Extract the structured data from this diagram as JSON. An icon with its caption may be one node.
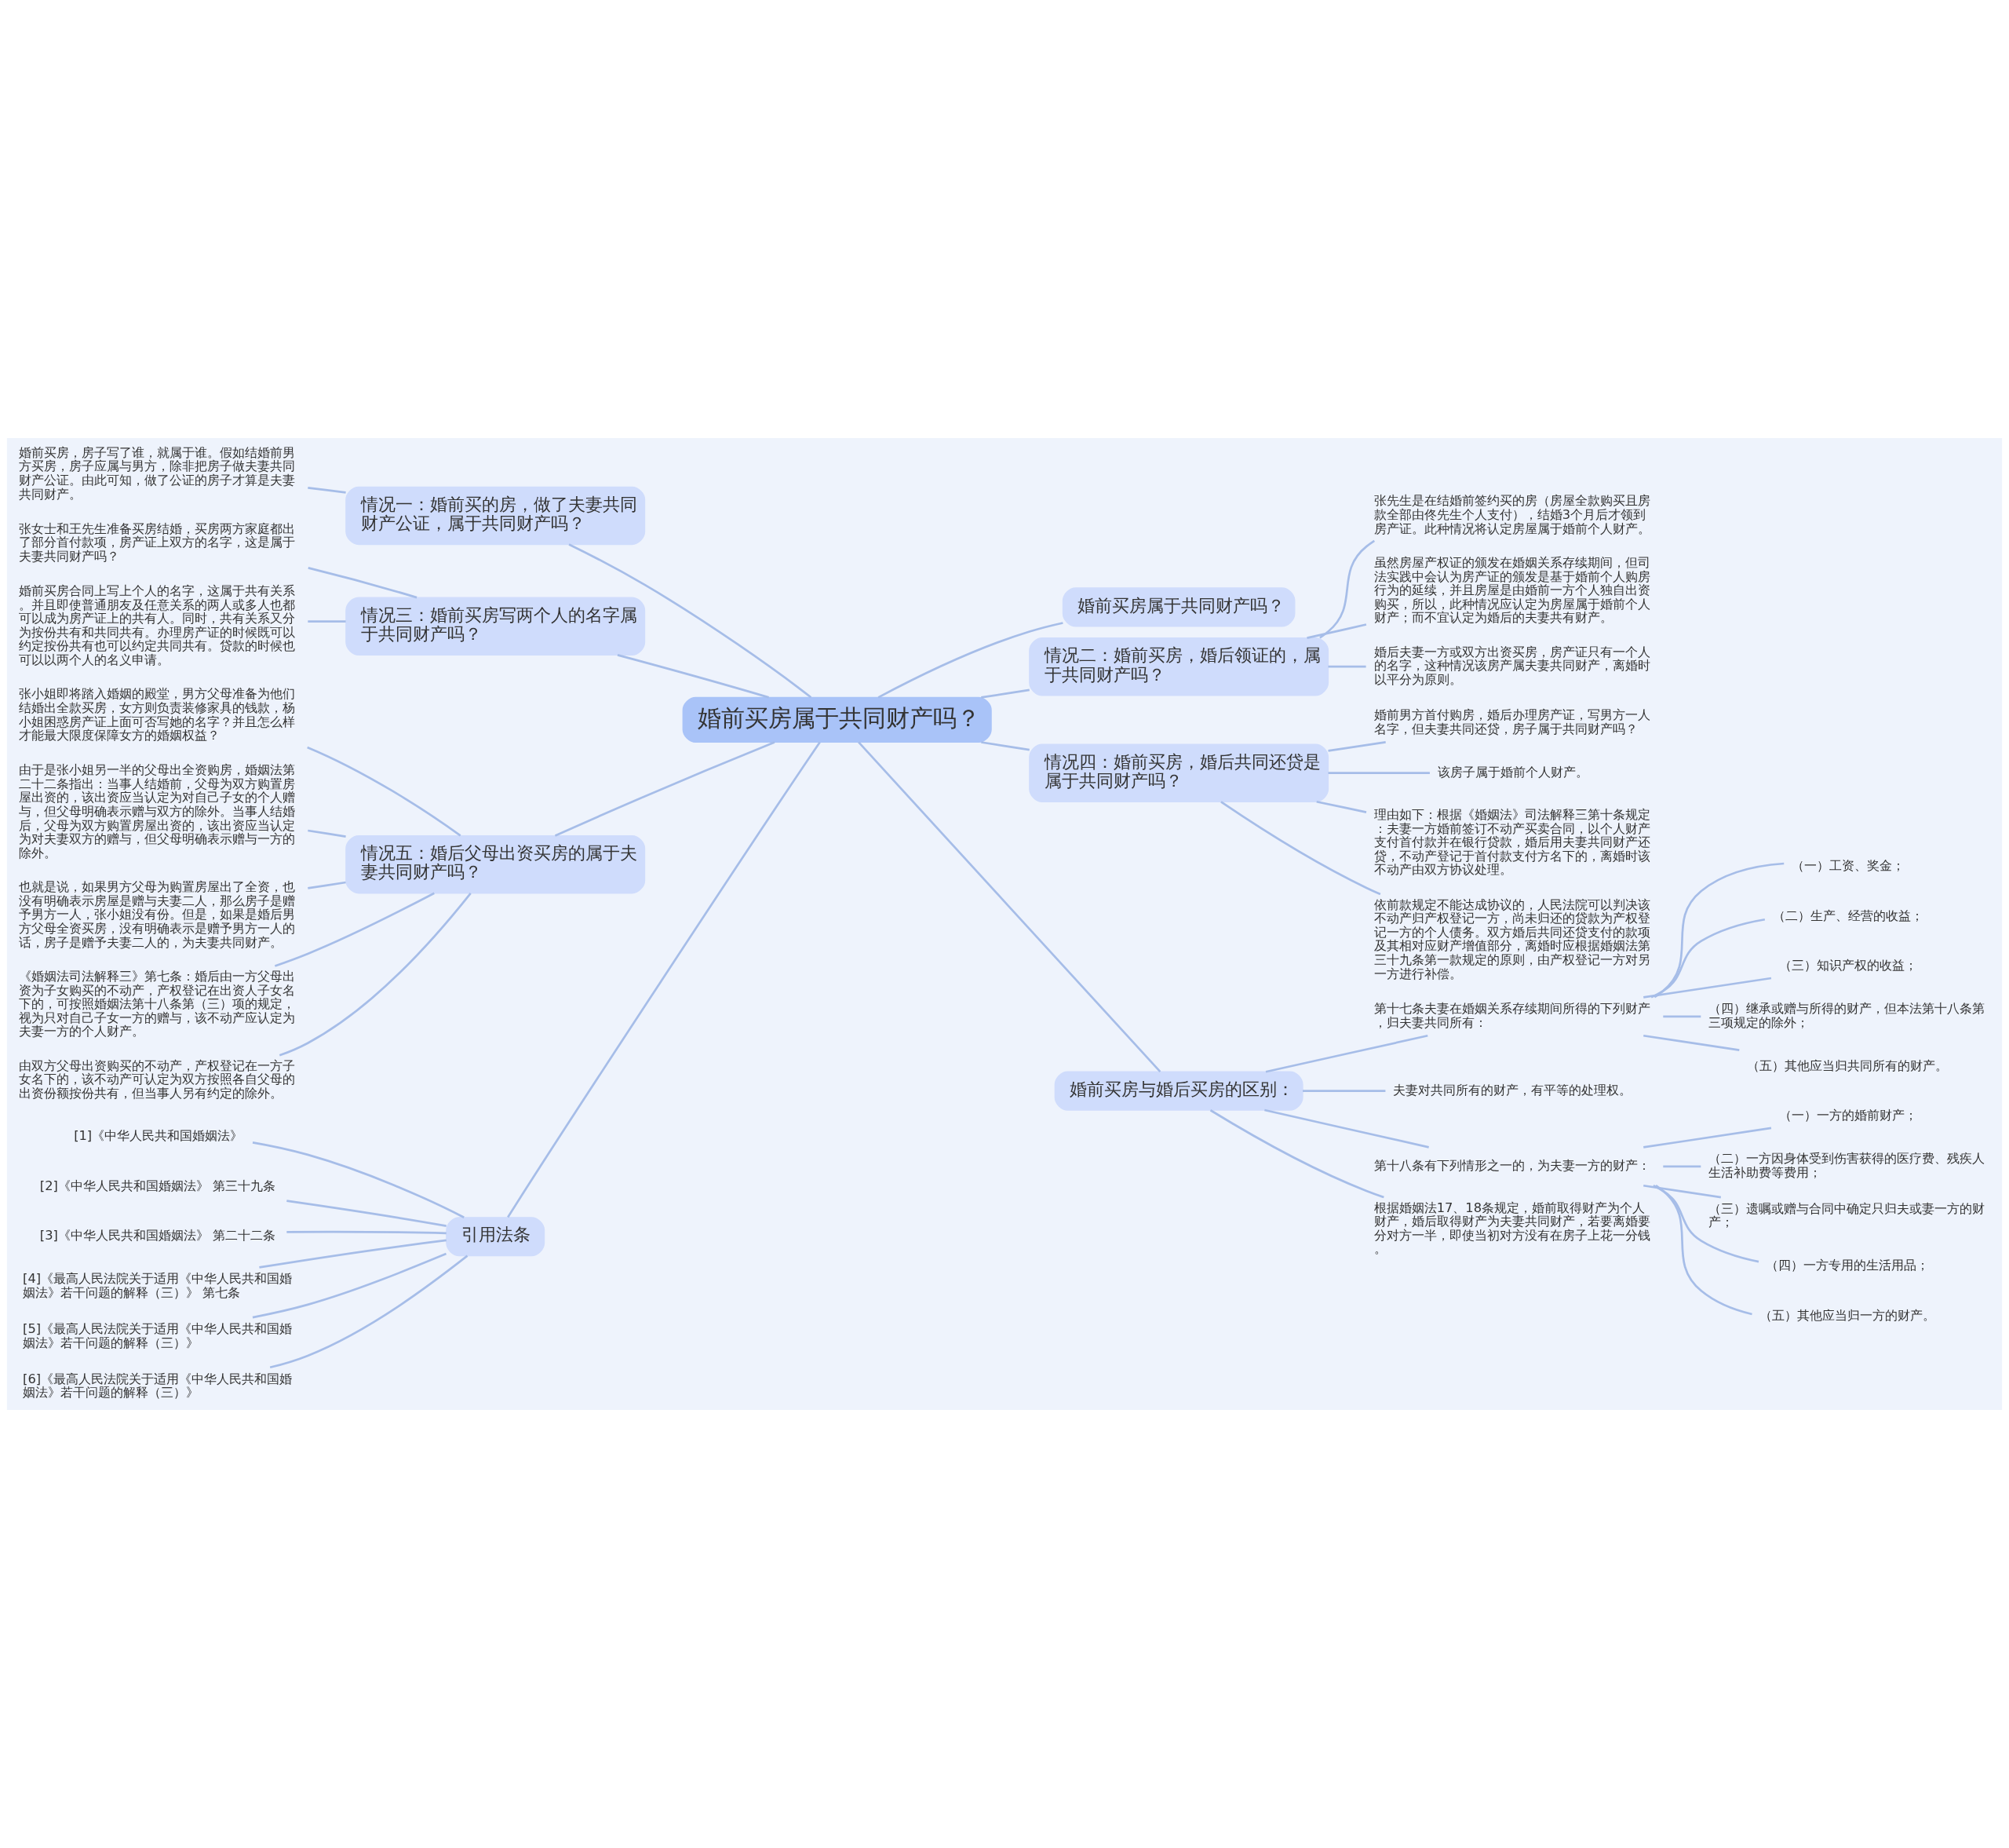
{
  "diagram": {
    "nodes": [
      {
        "text": [
          "婚前买房属于共同财产吗？"
        ]
      },
      {
        "text": [
          "情况一：婚前买的房，做了夫妻共同财产公证，属于共同财产吗？"
        ]
      },
      {
        "text": [
          "婚前买房，房子写了谁，就属于谁。假如结婚前男方买房，房子应属与男方，除非把房子做夫妻共同财产公证。由此可知，做了公证的房子才算是夫妻共同财产。"
        ]
      },
      {
        "text": [
          "情况三：婚前买房写两个人的名字属于共同财产吗？"
        ]
      },
      {
        "text": [
          "张女士和王先生准备买房结婚，买房两方家庭都出了部分首付款项，房产证上双方的名字，这是属于夫妻共同财产吗？"
        ]
      },
      {
        "text": [
          "婚前买房合同上写上个人的名字，这属于共有关系。并且即使普通朋友及任意关系的两人或多人也都可以成为房产证上的共有人。同时，共有关系又分为按份共有和共同共有。办理房产证的时候既可以约定按份共有也可以约定共同共有。贷款的时候也可以以两个人的名义申请。"
        ]
      },
      {
        "text": [
          "情况五：婚后父母出资买房的属于夫妻共同财产吗？"
        ]
      },
      {
        "text": [
          "张小姐即将踏入婚姻的殿堂，男方父母准备为他们结婚出全款买房，女方则负责装修家具的钱款，杨小姐困惑房产证上面可否写她的名字？并且怎么样才能最大限度保障女方的婚姻权益？"
        ]
      },
      {
        "text": [
          "由于是张小姐另一半的父母出全资购房，婚姻法第二十二条指出：当事人结婚前，父母为双方购置房屋出资的，该出资应当认定为对自己子女的个人赠与，但父母明确表示赠与双方的除外。当事人结婚后，父母为双方购置房屋出资的，该出资应当认定为对夫妻双方的赠与，但父母明确表示赠与一方的除外。"
        ]
      },
      {
        "text": [
          "也就是说，如果男方父母为购置房屋出了全资，也没有明确表示房屋是赠与夫妻二人，那么房子是赠予男方一人，张小姐没有份。但是，如果是婚后男方父母全资买房，没有明确表示是赠予男方一人的话，房子是赠予夫妻二人的，为夫妻共同财产。"
        ]
      },
      {
        "text": [
          "《婚姻法司法解释三》第七条：婚后由一方父母出资为子女购买的不动产，产权登记在出资人子女名下的，可按照婚姻法第十八条第（三）项的规定，视为只对自己子女一方的赠与，该不动产应认定为夫妻一方的个人财产。"
        ]
      },
      {
        "text": [
          "由双方父母出资购买的不动产，产权登记在一方子女名下的，该不动产可认定为双方按照各自父母的出资份额按份共有，但当事人另有约定的除外。"
        ]
      },
      {
        "text": [
          "引用法条"
        ]
      },
      {
        "text": [
          "[1]《中华人民共和国婚姻法》"
        ]
      },
      {
        "text": [
          "[2]《中华人民共和国婚姻法》 第三十九条"
        ]
      },
      {
        "text": [
          "[3]《中华人民共和国婚姻法》 第二十二条"
        ]
      },
      {
        "text": [
          "[4]《最高人民法院关于适用《中华人民共和国婚姻法》若干问题的解释（三）》 第七条"
        ]
      },
      {
        "text": [
          "[5]《最高人民法院关于适用《中华人民共和国婚姻法》若干问题的解释（三）》"
        ]
      },
      {
        "text": [
          "[6]《最高人民法院关于适用《中华人民共和国婚姻法》若干问题的解释（三）》"
        ]
      },
      {
        "text": [
          "婚前买房属于共同财产吗？"
        ]
      },
      {
        "text": [
          "情况二：婚前买房，婚后领证的，属于共同财产吗？"
        ]
      },
      {
        "text": [
          "张先生是在结婚前签约买的房（房屋全款购买且房款全部由佟先生个人支付），结婚3个月后才领到房产证。此种情况将认定房屋属于婚前个人财产。"
        ]
      },
      {
        "text": [
          "虽然房屋产权证的颁发在婚姻关系存续期间，但司法实践中会认为房产证的颁发是基于婚前个人购房行为的延续，并且房屋是由婚前一方个人独自出资购买，所以，此种情况应认定为房屋属于婚前个人财产；而不宜认定为婚后的夫妻共有财产。"
        ]
      },
      {
        "text": [
          "婚后夫妻一方或双方出资买房，房产证只有一个人的名字，这种情况该房产属夫妻共同财产，离婚时以平分为原则。"
        ]
      },
      {
        "text": [
          "情况四：婚前买房，婚后共同还贷是属于共同财产吗？"
        ]
      },
      {
        "text": [
          "婚前男方首付购房，婚后办理房产证，写男方一人名字，但夫妻共同还贷，房子属于共同财产吗？"
        ]
      },
      {
        "text": [
          "该房子属于婚前个人财产。"
        ]
      },
      {
        "text": [
          "理由如下：根据《婚姻法》司法解释三第十条规定：夫妻一方婚前签订不动产买卖合同，以个人财产支付首付款并在银行贷款，婚后用夫妻共同财产还贷，不动产登记于首付款支付方名下的，离婚时该不动产由双方协议处理。"
        ]
      },
      {
        "text": [
          "依前款规定不能达成协议的，人民法院可以判决该不动产归产权登记一方，尚未归还的贷款为产权登记一方的个人债务。双方婚后共同还贷支付的款项及其相对应财产增值部分，离婚时应根据婚姻法第三十九条第一款规定的原则，由产权登记一方对另一方进行补偿。"
        ]
      },
      {
        "text": [
          "婚前买房与婚后买房的区别："
        ]
      },
      {
        "text": [
          "第十七条夫妻在婚姻关系存续期间所得的下列财产，归夫妻共同所有："
        ]
      },
      {
        "text": [
          "（一）工资、奖金；"
        ]
      },
      {
        "text": [
          "（二）生产、经营的收益；"
        ]
      },
      {
        "text": [
          "（三）知识产权的收益；"
        ]
      },
      {
        "text": [
          "（四）继承或赠与所得的财产，但本法第十八条第三项规定的除外；"
        ]
      },
      {
        "text": [
          "（五）其他应当归共同所有的财产。"
        ]
      },
      {
        "text": [
          "夫妻对共同所有的财产，有平等的处理权。"
        ]
      },
      {
        "text": [
          "第十八条有下列情形之一的，为夫妻一方的财产："
        ]
      },
      {
        "text": [
          "（一）一方的婚前财产；"
        ]
      },
      {
        "text": [
          "（二）一方因身体受到伤害获得的医疗费、残疾人生活补助费等费用；"
        ]
      },
      {
        "text": [
          "（三）遗嘱或赠与合同中确定只归夫或妻一方的财产；"
        ]
      },
      {
        "text": [
          "（四）一方专用的生活用品；"
        ]
      },
      {
        "text": [
          "（五）其他应当归一方的财产。"
        ]
      },
      {
        "text": [
          "根据婚姻法17、18条规定，婚前取得财产为个人财产，婚后取得财产为夫妻共同财产，若要离婚要分对方一半，即使当初对方没有在房子上花一分钱。"
        ]
      }
    ],
    "edges": [
      {
        "from": 0,
        "to": 1,
        "arrow": "none"
      },
      {
        "from": 1,
        "to": 2,
        "arrow": "none"
      },
      {
        "from": 0,
        "to": 3,
        "arrow": "none"
      },
      {
        "from": 3,
        "to": 4,
        "arrow": "none"
      },
      {
        "from": 3,
        "to": 5,
        "arrow": "none"
      },
      {
        "from": 0,
        "to": 6,
        "arrow": "none"
      },
      {
        "from": 6,
        "to": 7,
        "arrow": "none"
      },
      {
        "from": 6,
        "to": 8,
        "arrow": "none"
      },
      {
        "from": 6,
        "to": 9,
        "arrow": "none"
      },
      {
        "from": 6,
        "to": 10,
        "arrow": "none"
      },
      {
        "from": 6,
        "to": 11,
        "arrow": "none"
      },
      {
        "from": 0,
        "to": 12,
        "arrow": "none"
      },
      {
        "from": 12,
        "to": 13,
        "arrow": "none"
      },
      {
        "from": 12,
        "to": 14,
        "arrow": "none"
      },
      {
        "from": 12,
        "to": 15,
        "arrow": "none"
      },
      {
        "from": 12,
        "to": 16,
        "arrow": "none"
      },
      {
        "from": 12,
        "to": 17,
        "arrow": "none"
      },
      {
        "from": 12,
        "to": 18,
        "arrow": "none"
      },
      {
        "from": 0,
        "to": 19,
        "arrow": "none"
      },
      {
        "from": 0,
        "to": 20,
        "arrow": "none"
      },
      {
        "from": 20,
        "to": 21,
        "arrow": "none"
      },
      {
        "from": 20,
        "to": 22,
        "arrow": "none"
      },
      {
        "from": 20,
        "to": 23,
        "arrow": "none"
      },
      {
        "from": 0,
        "to": 24,
        "arrow": "none"
      },
      {
        "from": 24,
        "to": 25,
        "arrow": "none"
      },
      {
        "from": 24,
        "to": 26,
        "arrow": "none"
      },
      {
        "from": 24,
        "to": 27,
        "arrow": "none"
      },
      {
        "from": 24,
        "to": 28,
        "arrow": "none"
      },
      {
        "from": 0,
        "to": 29,
        "arrow": "none"
      },
      {
        "from": 29,
        "to": 30,
        "arrow": "none"
      },
      {
        "from": 30,
        "to": 31,
        "arrow": "none"
      },
      {
        "from": 30,
        "to": 32,
        "arrow": "none"
      },
      {
        "from": 30,
        "to": 33,
        "arrow": "none"
      },
      {
        "from": 30,
        "to": 34,
        "arrow": "none"
      },
      {
        "from": 30,
        "to": 35,
        "arrow": "none"
      },
      {
        "from": 29,
        "to": 36,
        "arrow": "none"
      },
      {
        "from": 29,
        "to": 37,
        "arrow": "none"
      },
      {
        "from": 37,
        "to": 38,
        "arrow": "none"
      },
      {
        "from": 37,
        "to": 39,
        "arrow": "none"
      },
      {
        "from": 37,
        "to": 40,
        "arrow": "none"
      },
      {
        "from": 37,
        "to": 41,
        "arrow": "none"
      },
      {
        "from": 37,
        "to": 42,
        "arrow": "none"
      },
      {
        "from": 29,
        "to": 43,
        "arrow": "none"
      }
    ]
  }
}
